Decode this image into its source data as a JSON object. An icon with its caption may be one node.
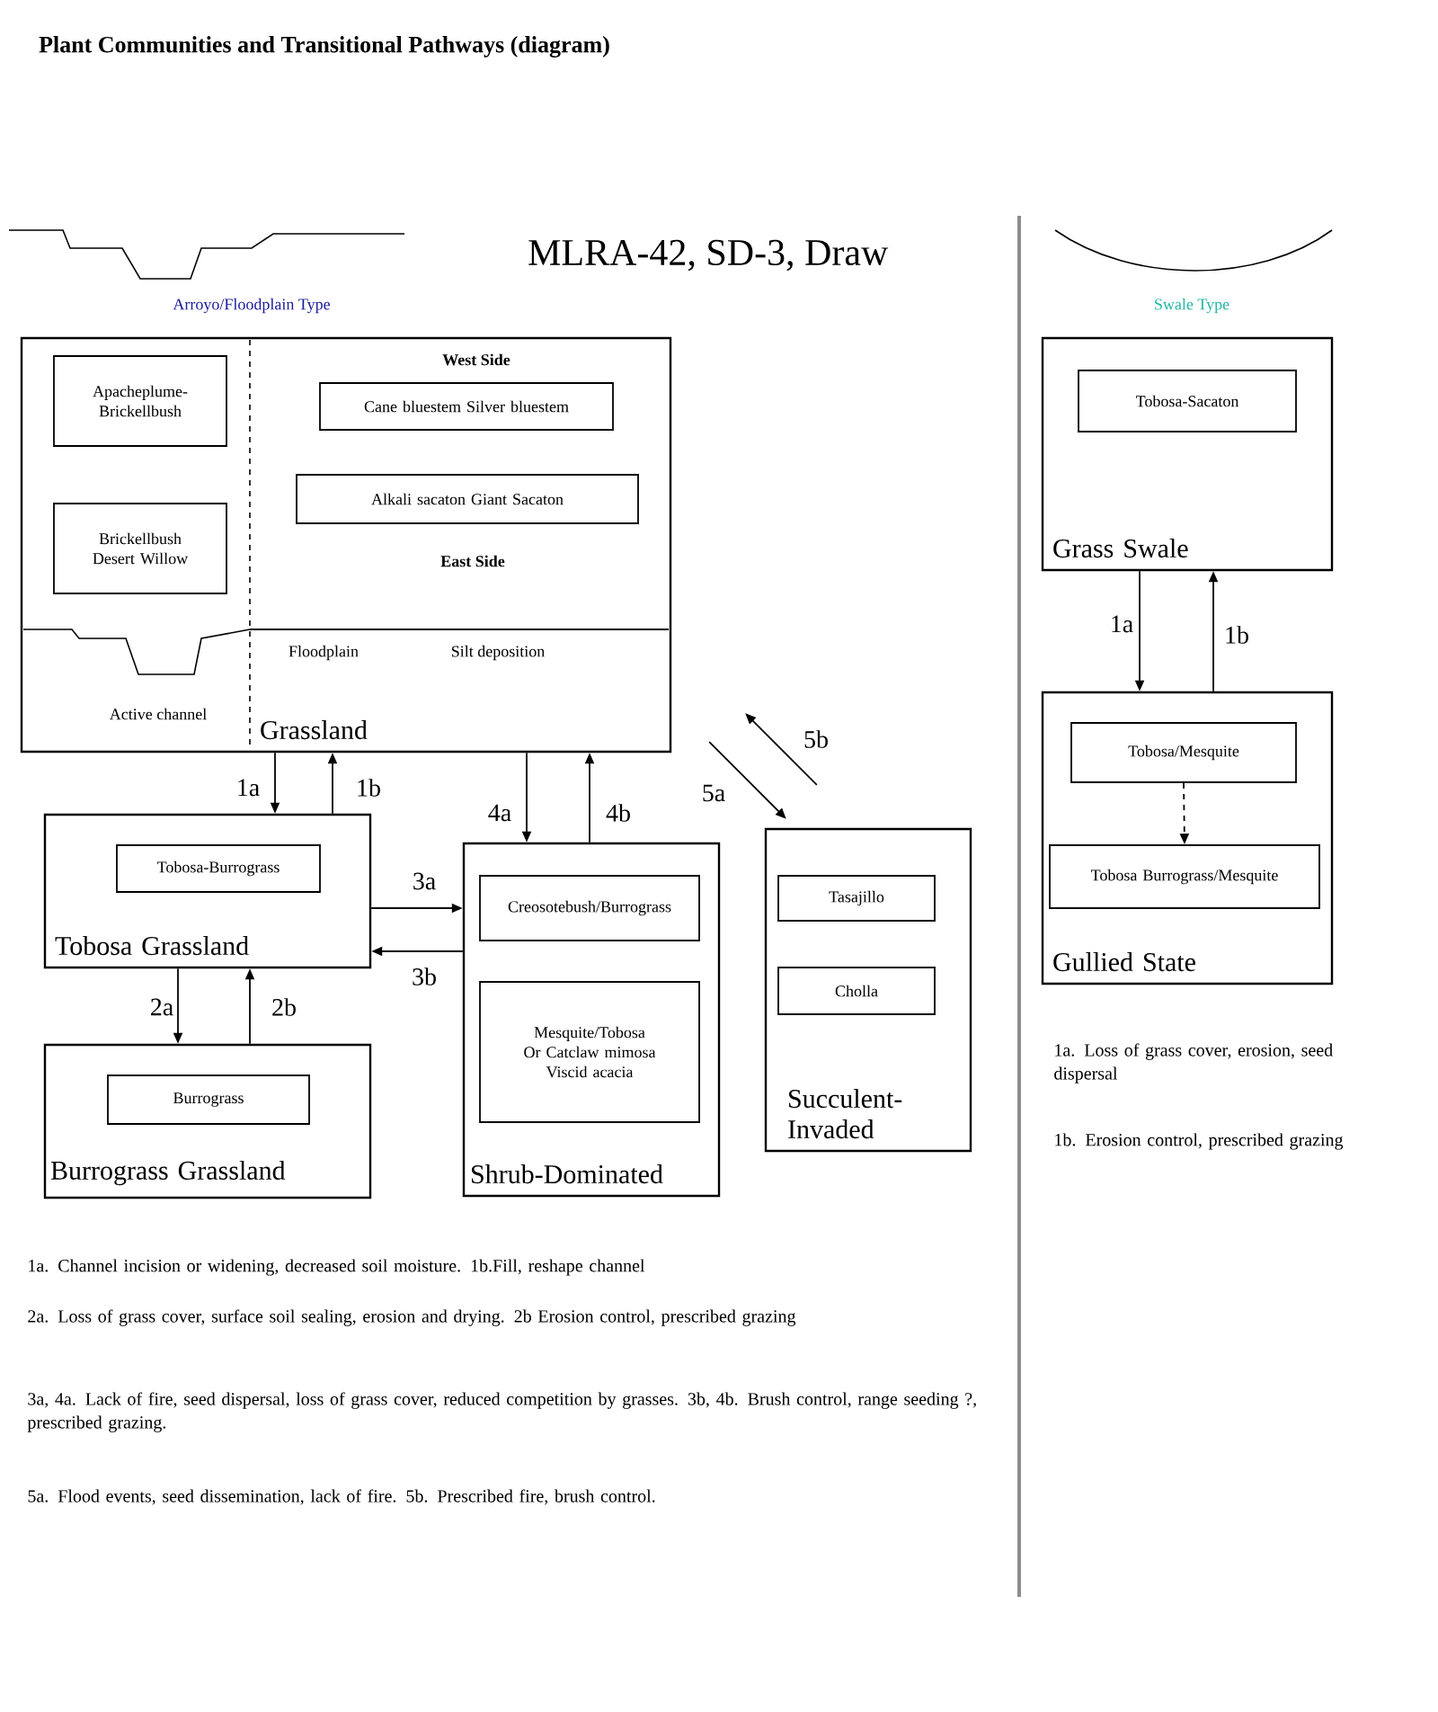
{
  "diagram": {
    "title": "Plant Communities and Transitional Pathways (diagram)",
    "nodes": [
      {
        "text": [
          "Grassland",
          "West Side",
          "East Side",
          "Floodplain",
          "Silt deposition",
          "Active channel"
        ]
      },
      {
        "text": [
          "Apacheplume-Brickellbush"
        ],
        "in": 0
      },
      {
        "text": [
          "Brickellbush Desert Willow"
        ],
        "in": 0
      },
      {
        "text": [
          "Cane bluestem Silver bluestem"
        ],
        "in": 0
      },
      {
        "text": [
          "Alkali sacaton Giant Sacaton"
        ],
        "in": 0
      },
      {
        "text": [
          "Tobosa Grassland"
        ]
      },
      {
        "text": [
          "Tobosa-Burrograss"
        ],
        "in": 5
      },
      {
        "text": [
          "Burrograss Grassland"
        ]
      },
      {
        "text": [
          "Burrograss"
        ],
        "in": 7
      },
      {
        "text": [
          "Shrub-Dominated"
        ]
      },
      {
        "text": [
          "Creosotebush/Burrograss"
        ],
        "in": 9
      },
      {
        "text": [
          "Mesquite/Tobosa Or Catclaw mimosa Viscid acacia"
        ],
        "in": 9
      },
      {
        "text": [
          "Succulent- Invaded"
        ]
      },
      {
        "text": [
          "Tasajillo"
        ],
        "in": 12
      },
      {
        "text": [
          "Cholla"
        ],
        "in": 12
      },
      {
        "text": [
          "Grass Swale"
        ]
      },
      {
        "text": [
          "Tobosa-Sacaton"
        ],
        "in": 15
      },
      {
        "text": [
          "Gullied State"
        ]
      },
      {
        "text": [
          "Tobosa/Mesquite"
        ],
        "in": 17
      },
      {
        "text": [
          "Tobosa Burrograss/Mesquite"
        ],
        "in": 17
      }
    ],
    "edges": [
      {
        "from": 0,
        "to": 5,
        "arrow": "to",
        "label": "1a"
      },
      {
        "from": 5,
        "to": 0,
        "arrow": "to",
        "label": "1b"
      },
      {
        "from": 5,
        "to": 7,
        "arrow": "to",
        "label": "2a"
      },
      {
        "from": 7,
        "to": 5,
        "arrow": "to",
        "label": "2b"
      },
      {
        "from": 5,
        "to": 9,
        "arrow": "to",
        "label": "3a"
      },
      {
        "from": 9,
        "to": 5,
        "arrow": "to",
        "label": "3b"
      },
      {
        "from": 0,
        "to": 9,
        "arrow": "to",
        "label": "4a"
      },
      {
        "from": 9,
        "to": 0,
        "arrow": "to",
        "label": "4b"
      },
      {
        "from": 0,
        "to": 12,
        "arrow": "to",
        "label": "5a"
      },
      {
        "from": 12,
        "to": 0,
        "arrow": "to",
        "label": "5b"
      },
      {
        "from": 15,
        "to": 17,
        "arrow": "to",
        "label": "1a"
      },
      {
        "from": 17,
        "to": 15,
        "arrow": "to",
        "label": "1b"
      },
      {
        "from": 18,
        "to": 19,
        "arrow": "to",
        "style": "dashed"
      }
    ],
    "labels": [
      "MLRA-42, SD-3, Draw",
      "Arroyo/Floodplain Type",
      "Swale Type",
      "1a. Channel incision or widening, decreased soil moisture. 1b.Fill, reshape channel",
      "2a. Loss of grass cover, surface soil sealing, erosion and drying. 2b Erosion control, prescribed grazing",
      "3a, 4a. Lack of fire, seed dispersal, loss of grass cover, reduced competition by grasses. 3b, 4b. Brush control, range seeding ?, prescribed grazing.",
      "5a. Flood events, seed dissemination, lack of fire. 5b. Prescribed fire, brush control.",
      "1a. Loss of grass cover, erosion, seed dispersal",
      "1b. Erosion control, prescribed grazing"
    ]
  }
}
